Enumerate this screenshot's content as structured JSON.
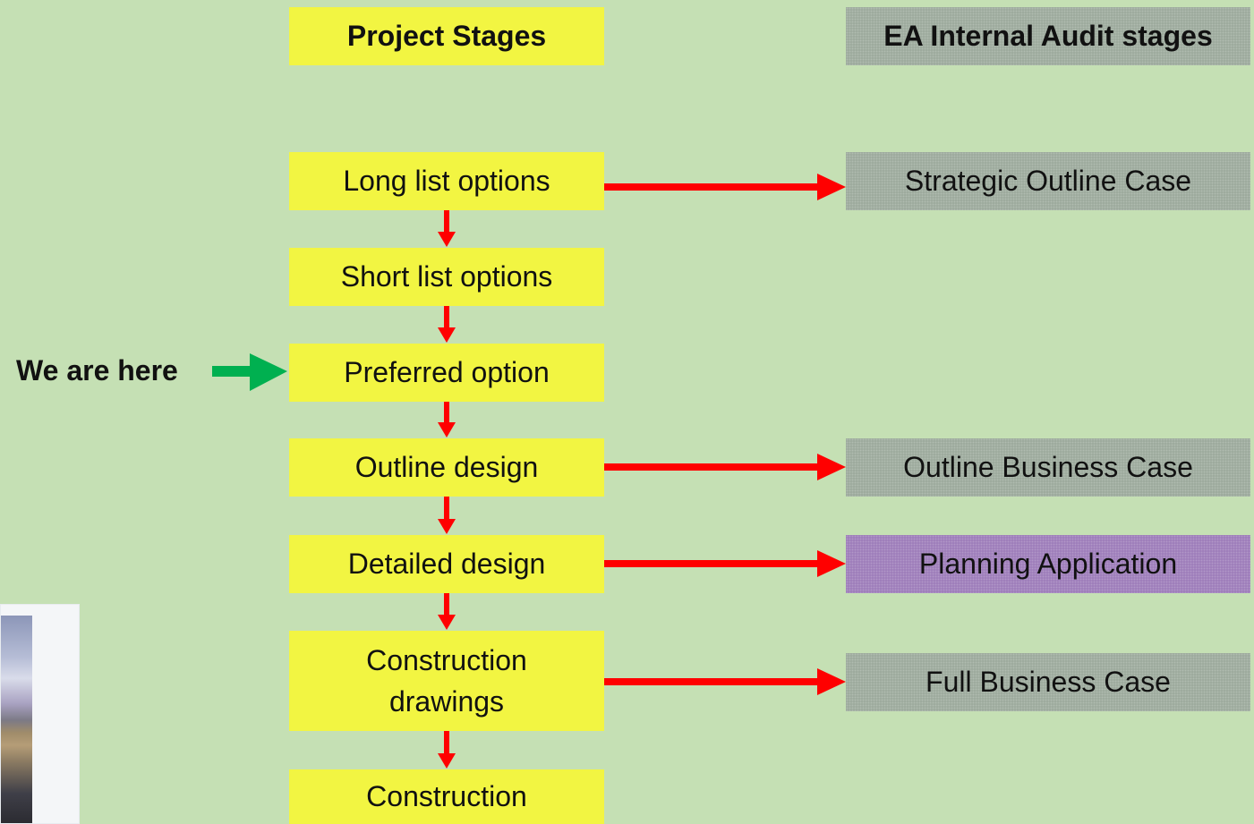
{
  "headers": {
    "project_stages": "Project Stages",
    "audit_stages": "EA Internal Audit stages"
  },
  "stages": [
    "Long list options",
    "Short list options",
    "Preferred option",
    "Outline design",
    "Detailed design",
    "Construction drawings",
    "Construction"
  ],
  "audit": [
    "Strategic Outline Case",
    "Outline Business Case",
    "Planning Application",
    "Full Business Case"
  ],
  "indicator": "We are here",
  "colors": {
    "background": "#c5e0b4",
    "stage_box": "#f2f542",
    "audit_box": "#9aa89a",
    "planning_box": "#9b7ab8",
    "flow_arrow": "#ff0000",
    "here_arrow": "#00b050"
  }
}
